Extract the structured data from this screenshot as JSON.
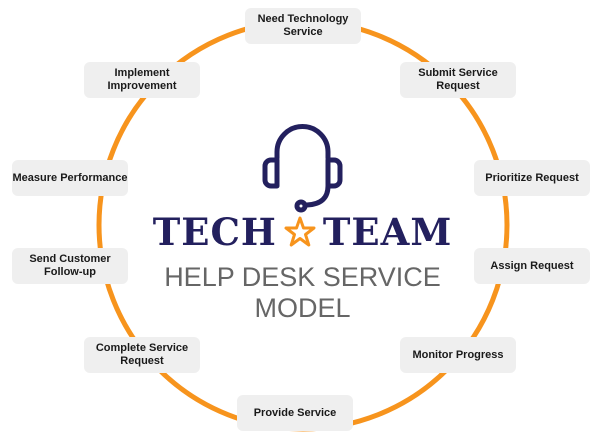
{
  "steps": [
    "Need Technology Service",
    "Submit Service Request",
    "Prioritize Request",
    "Assign Request",
    "Monitor Progress",
    "Provide Service",
    "Complete Service Request",
    "Send Customer Follow-up",
    "Measure Performance",
    "Implement Improvement"
  ],
  "logo": {
    "word1": "TECH",
    "word2": "TEAM",
    "subtitle": "HELP DESK SERVICE MODEL"
  },
  "colors": {
    "ring": "#F7941D",
    "navy": "#23205E",
    "star": "#F7941D",
    "box": "#EFEFEF"
  },
  "icons": [
    "headset-icon",
    "star-icon"
  ]
}
